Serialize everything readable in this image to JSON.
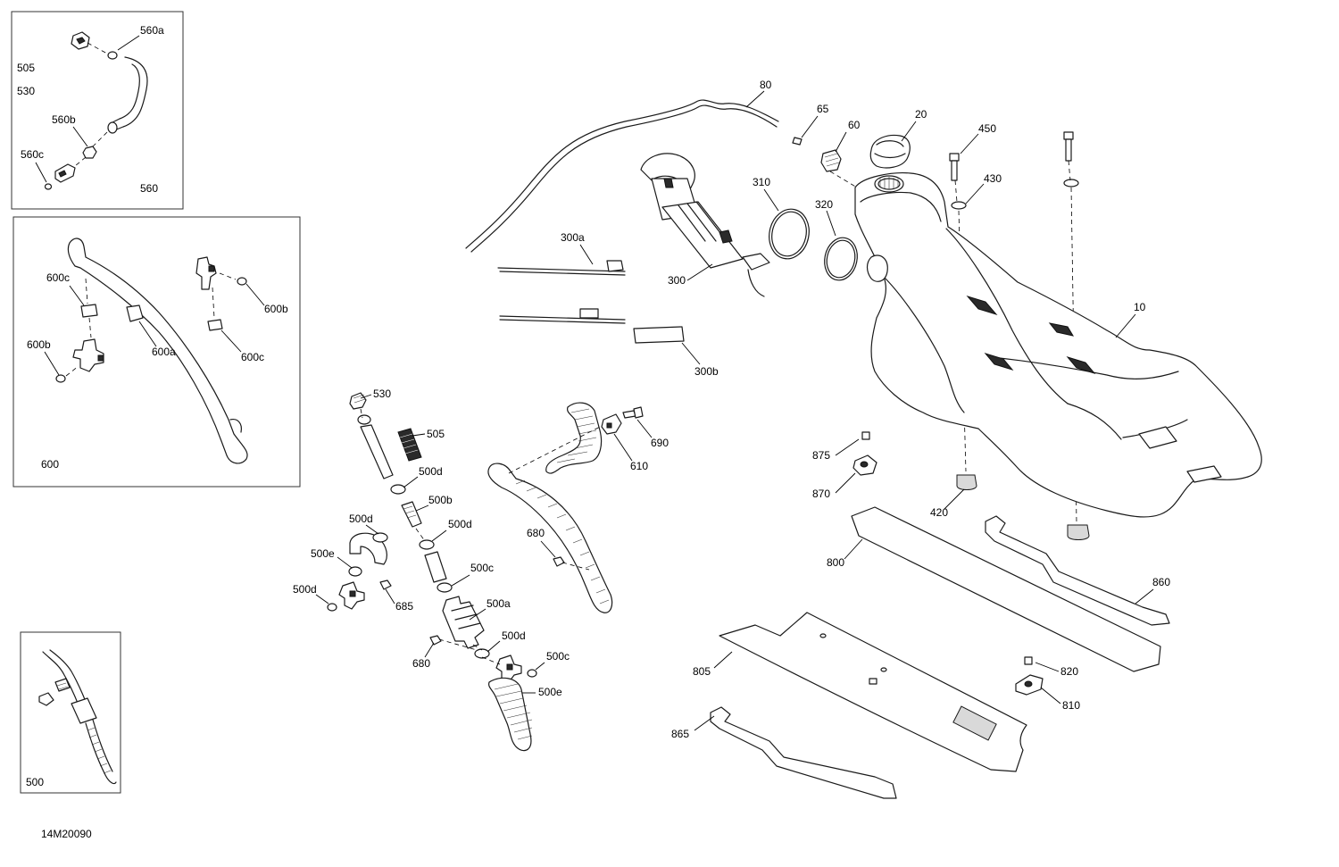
{
  "diagram_code": "14M20090",
  "boxes": {
    "box560": {
      "labels": {
        "b560a": "560a",
        "b505": "505",
        "b530": "530",
        "b560b": "560b",
        "b560c": "560c",
        "b560": "560"
      }
    },
    "box600": {
      "labels": {
        "b600c1": "600c",
        "b600b1": "600b",
        "b600b2": "600b",
        "b600a": "600a",
        "b600c2": "600c",
        "b600": "600"
      }
    },
    "box500": {
      "labels": {
        "b500": "500"
      }
    }
  },
  "callouts": [
    {
      "id": "c80",
      "text": "80"
    },
    {
      "id": "c65",
      "text": "65"
    },
    {
      "id": "c60",
      "text": "60"
    },
    {
      "id": "c20",
      "text": "20"
    },
    {
      "id": "c450",
      "text": "450"
    },
    {
      "id": "c430",
      "text": "430"
    },
    {
      "id": "c310",
      "text": "310"
    },
    {
      "id": "c320",
      "text": "320"
    },
    {
      "id": "c300a",
      "text": "300a"
    },
    {
      "id": "c300",
      "text": "300"
    },
    {
      "id": "c300b",
      "text": "300b"
    },
    {
      "id": "c10",
      "text": "10"
    },
    {
      "id": "c530",
      "text": "530"
    },
    {
      "id": "c505",
      "text": "505"
    },
    {
      "id": "c500d1",
      "text": "500d"
    },
    {
      "id": "c500b",
      "text": "500b"
    },
    {
      "id": "c500d2",
      "text": "500d"
    },
    {
      "id": "c500d3",
      "text": "500d"
    },
    {
      "id": "c500e1",
      "text": "500e"
    },
    {
      "id": "c500d4",
      "text": "500d"
    },
    {
      "id": "c500c1",
      "text": "500c"
    },
    {
      "id": "c685",
      "text": "685"
    },
    {
      "id": "c500a",
      "text": "500a"
    },
    {
      "id": "c500d5",
      "text": "500d"
    },
    {
      "id": "c680a",
      "text": "680"
    },
    {
      "id": "c500c2",
      "text": "500c"
    },
    {
      "id": "c500e2",
      "text": "500e"
    },
    {
      "id": "c690",
      "text": "690"
    },
    {
      "id": "c610",
      "text": "610"
    },
    {
      "id": "c680b",
      "text": "680"
    },
    {
      "id": "c875",
      "text": "875"
    },
    {
      "id": "c870",
      "text": "870"
    },
    {
      "id": "c420",
      "text": "420"
    },
    {
      "id": "c800",
      "text": "800"
    },
    {
      "id": "c860",
      "text": "860"
    },
    {
      "id": "c805",
      "text": "805"
    },
    {
      "id": "c820",
      "text": "820"
    },
    {
      "id": "c810",
      "text": "810"
    },
    {
      "id": "c865",
      "text": "865"
    }
  ]
}
